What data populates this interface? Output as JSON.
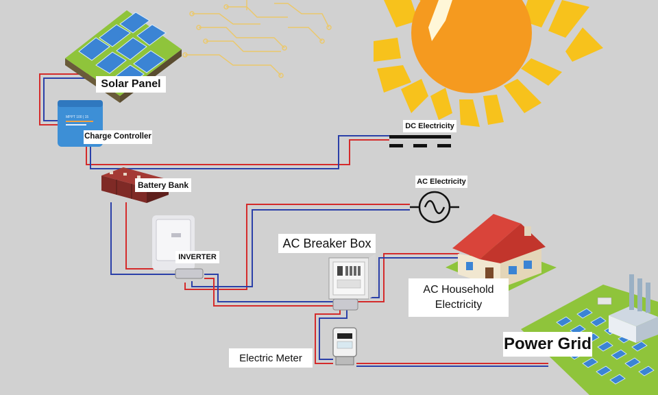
{
  "labels": {
    "solar_panel": "Solar Panel",
    "charge_controller": "Charge Controller",
    "dc_electricity": "DC Electricity",
    "battery_bank": "Battery Bank",
    "ac_electricity": "AC Electricity",
    "inverter": "INVERTER",
    "ac_breaker_box": "AC Breaker Box",
    "ac_household_line1": "AC Household",
    "ac_household_line2": "Electricity",
    "electric_meter": "Electric Meter",
    "power_grid": "Power Grid"
  },
  "device_text": {
    "controller_model": "MPPT 100 | 15"
  },
  "colors": {
    "background": "#d1d1d1",
    "wire_positive": "#d42a2a",
    "wire_negative": "#2a3fa8",
    "sun": "#f59a1f",
    "sun_rays": "#f7c21c",
    "controller": "#3d8fd6",
    "battery": "#8b2e2a",
    "house_roof": "#d9443a",
    "grass": "#8fc43b"
  },
  "icons": [
    "sun-icon",
    "circuit-icon",
    "solar-panel-icon",
    "charge-controller-icon",
    "battery-icon",
    "inverter-icon",
    "breaker-box-icon",
    "house-icon",
    "meter-icon",
    "power-grid-icon",
    "dc-symbol-icon",
    "ac-symbol-icon"
  ]
}
